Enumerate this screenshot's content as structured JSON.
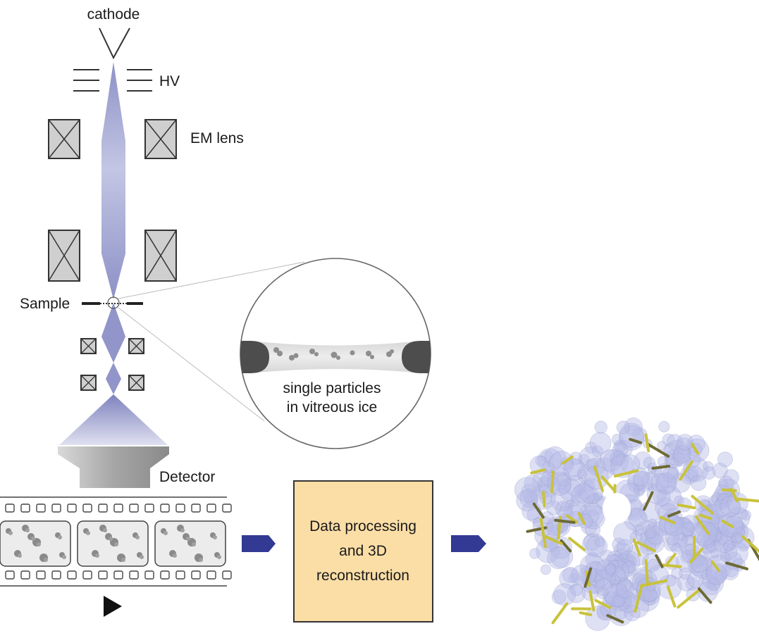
{
  "labels": {
    "cathode": "cathode",
    "hv": "HV",
    "em_lens": "EM lens",
    "sample": "Sample",
    "detector": "Detector",
    "inset_line1": "single particles",
    "inset_line2": "in vitreous ice",
    "processing_line1": "Data processing",
    "processing_line2": "and 3D",
    "processing_line3": "reconstruction"
  },
  "colors": {
    "beam": "#9fa3d0",
    "arrow": "#333a93",
    "processing_box": "#fbdea6",
    "helix_yellow": "#c9c23a",
    "density_lavender": "#b6bbe6"
  }
}
